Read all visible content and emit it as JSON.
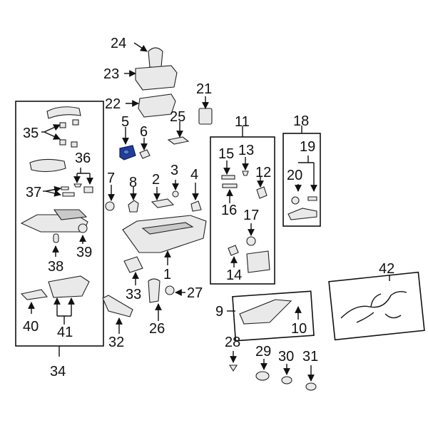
{
  "labels": {
    "l1": "1",
    "l2": "2",
    "l3": "3",
    "l4": "4",
    "l5": "5",
    "l6": "6",
    "l7": "7",
    "l8": "8",
    "l9": "9",
    "l10": "10",
    "l11": "11",
    "l12": "12",
    "l13": "13",
    "l14": "14",
    "l15": "15",
    "l16": "16",
    "l17": "17",
    "l18": "18",
    "l19": "19",
    "l20": "20",
    "l21": "21",
    "l22": "22",
    "l23": "23",
    "l24": "24",
    "l25": "25",
    "l26": "26",
    "l27": "27",
    "l28": "28",
    "l29": "29",
    "l30": "30",
    "l31": "31",
    "l32": "32",
    "l33": "33",
    "l34": "34",
    "l35": "35",
    "l36": "36",
    "l37": "37",
    "l38": "38",
    "l39": "39",
    "l40": "40",
    "l41": "41",
    "l42": "42"
  },
  "colors": {
    "highlight": "#1f3f9a",
    "line": "#111111",
    "part_fill": "#e9e9e9"
  }
}
